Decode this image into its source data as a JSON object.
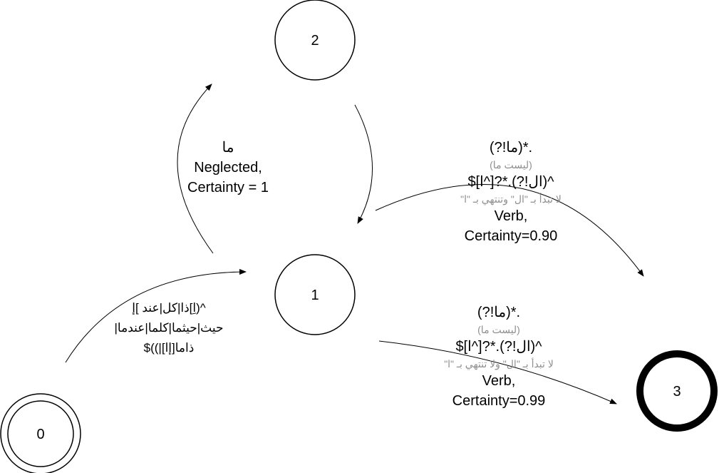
{
  "colors": {
    "stroke": "#000000",
    "note_text": "#8f8f8f",
    "background": "#ffffff"
  },
  "states": [
    {
      "id": "0",
      "label": "0",
      "kind": "start (double circle)"
    },
    {
      "id": "1",
      "label": "1",
      "kind": "normal"
    },
    {
      "id": "2",
      "label": "2",
      "kind": "normal"
    },
    {
      "id": "3",
      "label": "3",
      "kind": "accepting (thick circle)"
    }
  ],
  "transitions": [
    {
      "from": "0",
      "to": "1",
      "label": {
        "line1": "^(اِ]ذا|كل|عند ]إ",
        "line2": "حيث|حيثما|كلما|عندما|",
        "line3": "ذاما[إا]|))$"
      }
    },
    {
      "from": "1",
      "to": "2",
      "label": {
        "arabic": "ما",
        "line1": "Neglected,",
        "line2": "Certainty = 1"
      }
    },
    {
      "from": "2",
      "to": "1"
    },
    {
      "from": "1",
      "to": "3",
      "label": {
        "regex1": ".*(ما!?)",
        "note1": "(ليست ما)",
        "regex2": "^(ال!?).*?[^ا]$",
        "note2": "لا تبدأ بـ \"ال\" وتنتهي بـ \"ا\"",
        "line1": "Verb,",
        "line2": "Certainty=0.90"
      }
    },
    {
      "from": "1",
      "to": "3",
      "label": {
        "regex1": ".*(ما!?)",
        "note1": "(ليست ما)",
        "regex2": "^(ال!?).*?[^ا]$",
        "note2": "لا تبدأ بـ \"ال\" ولا تنتهي بـ \"ا\"",
        "line1": "Verb,",
        "line2": "Certainty=0.99"
      }
    }
  ]
}
